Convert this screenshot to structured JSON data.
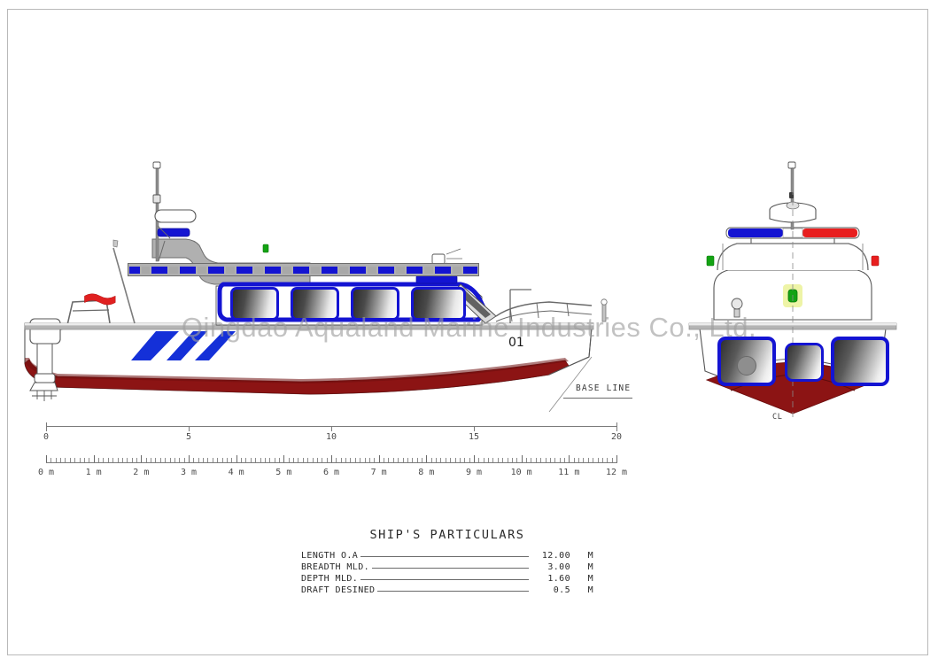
{
  "watermark": "Qingdao Aqualand Marine Industries Co., Ltd.",
  "drawing": {
    "hull_number": "01",
    "base_line_label": "BASE LINE",
    "centerline_label": "CL"
  },
  "scale_top": {
    "labels": [
      "0",
      "5",
      "10",
      "15",
      "20"
    ],
    "values": [
      0,
      5,
      10,
      15,
      20
    ],
    "min": 0,
    "max": 20
  },
  "scale_bottom": {
    "labels": [
      "0 m",
      "1 m",
      "2 m",
      "3 m",
      "4 m",
      "5 m",
      "6 m",
      "7 m",
      "8 m",
      "9 m",
      "10 m",
      "11 m",
      "12 m"
    ],
    "values": [
      0,
      1,
      2,
      3,
      4,
      5,
      6,
      7,
      8,
      9,
      10,
      11,
      12
    ],
    "min": 0,
    "max": 12,
    "minor_per_major": 10
  },
  "particulars": {
    "title": "SHIP'S PARTICULARS",
    "rows": [
      {
        "name": "LENGTH O.A",
        "value": "12.00",
        "unit": "M"
      },
      {
        "name": "BREADTH MLD.",
        "value": "3.00",
        "unit": "M"
      },
      {
        "name": "DEPTH MLD.",
        "value": "1.60",
        "unit": "M"
      },
      {
        "name": "DRAFT DESINED",
        "value": "0.5",
        "unit": "M"
      }
    ]
  },
  "colors": {
    "hull_blue": "#1430d8",
    "trim_blue": "#1414d2",
    "antifoul_red": "#8c1414",
    "flag_red": "#e02020",
    "light_red": "#e81f1f",
    "deck_grey": "#a8a8a8",
    "outline": "#555555",
    "watermark_grey": "#9e9e9e",
    "nav_green": "#13a313"
  },
  "icons": {
    "mast": "mast-icon",
    "radar": "radar-dome-icon",
    "flag": "flag-icon",
    "outboard": "outboard-motor-icon",
    "searchlight": "searchlight-icon",
    "lightbar": "lightbar-icon",
    "horn": "horn-icon"
  }
}
